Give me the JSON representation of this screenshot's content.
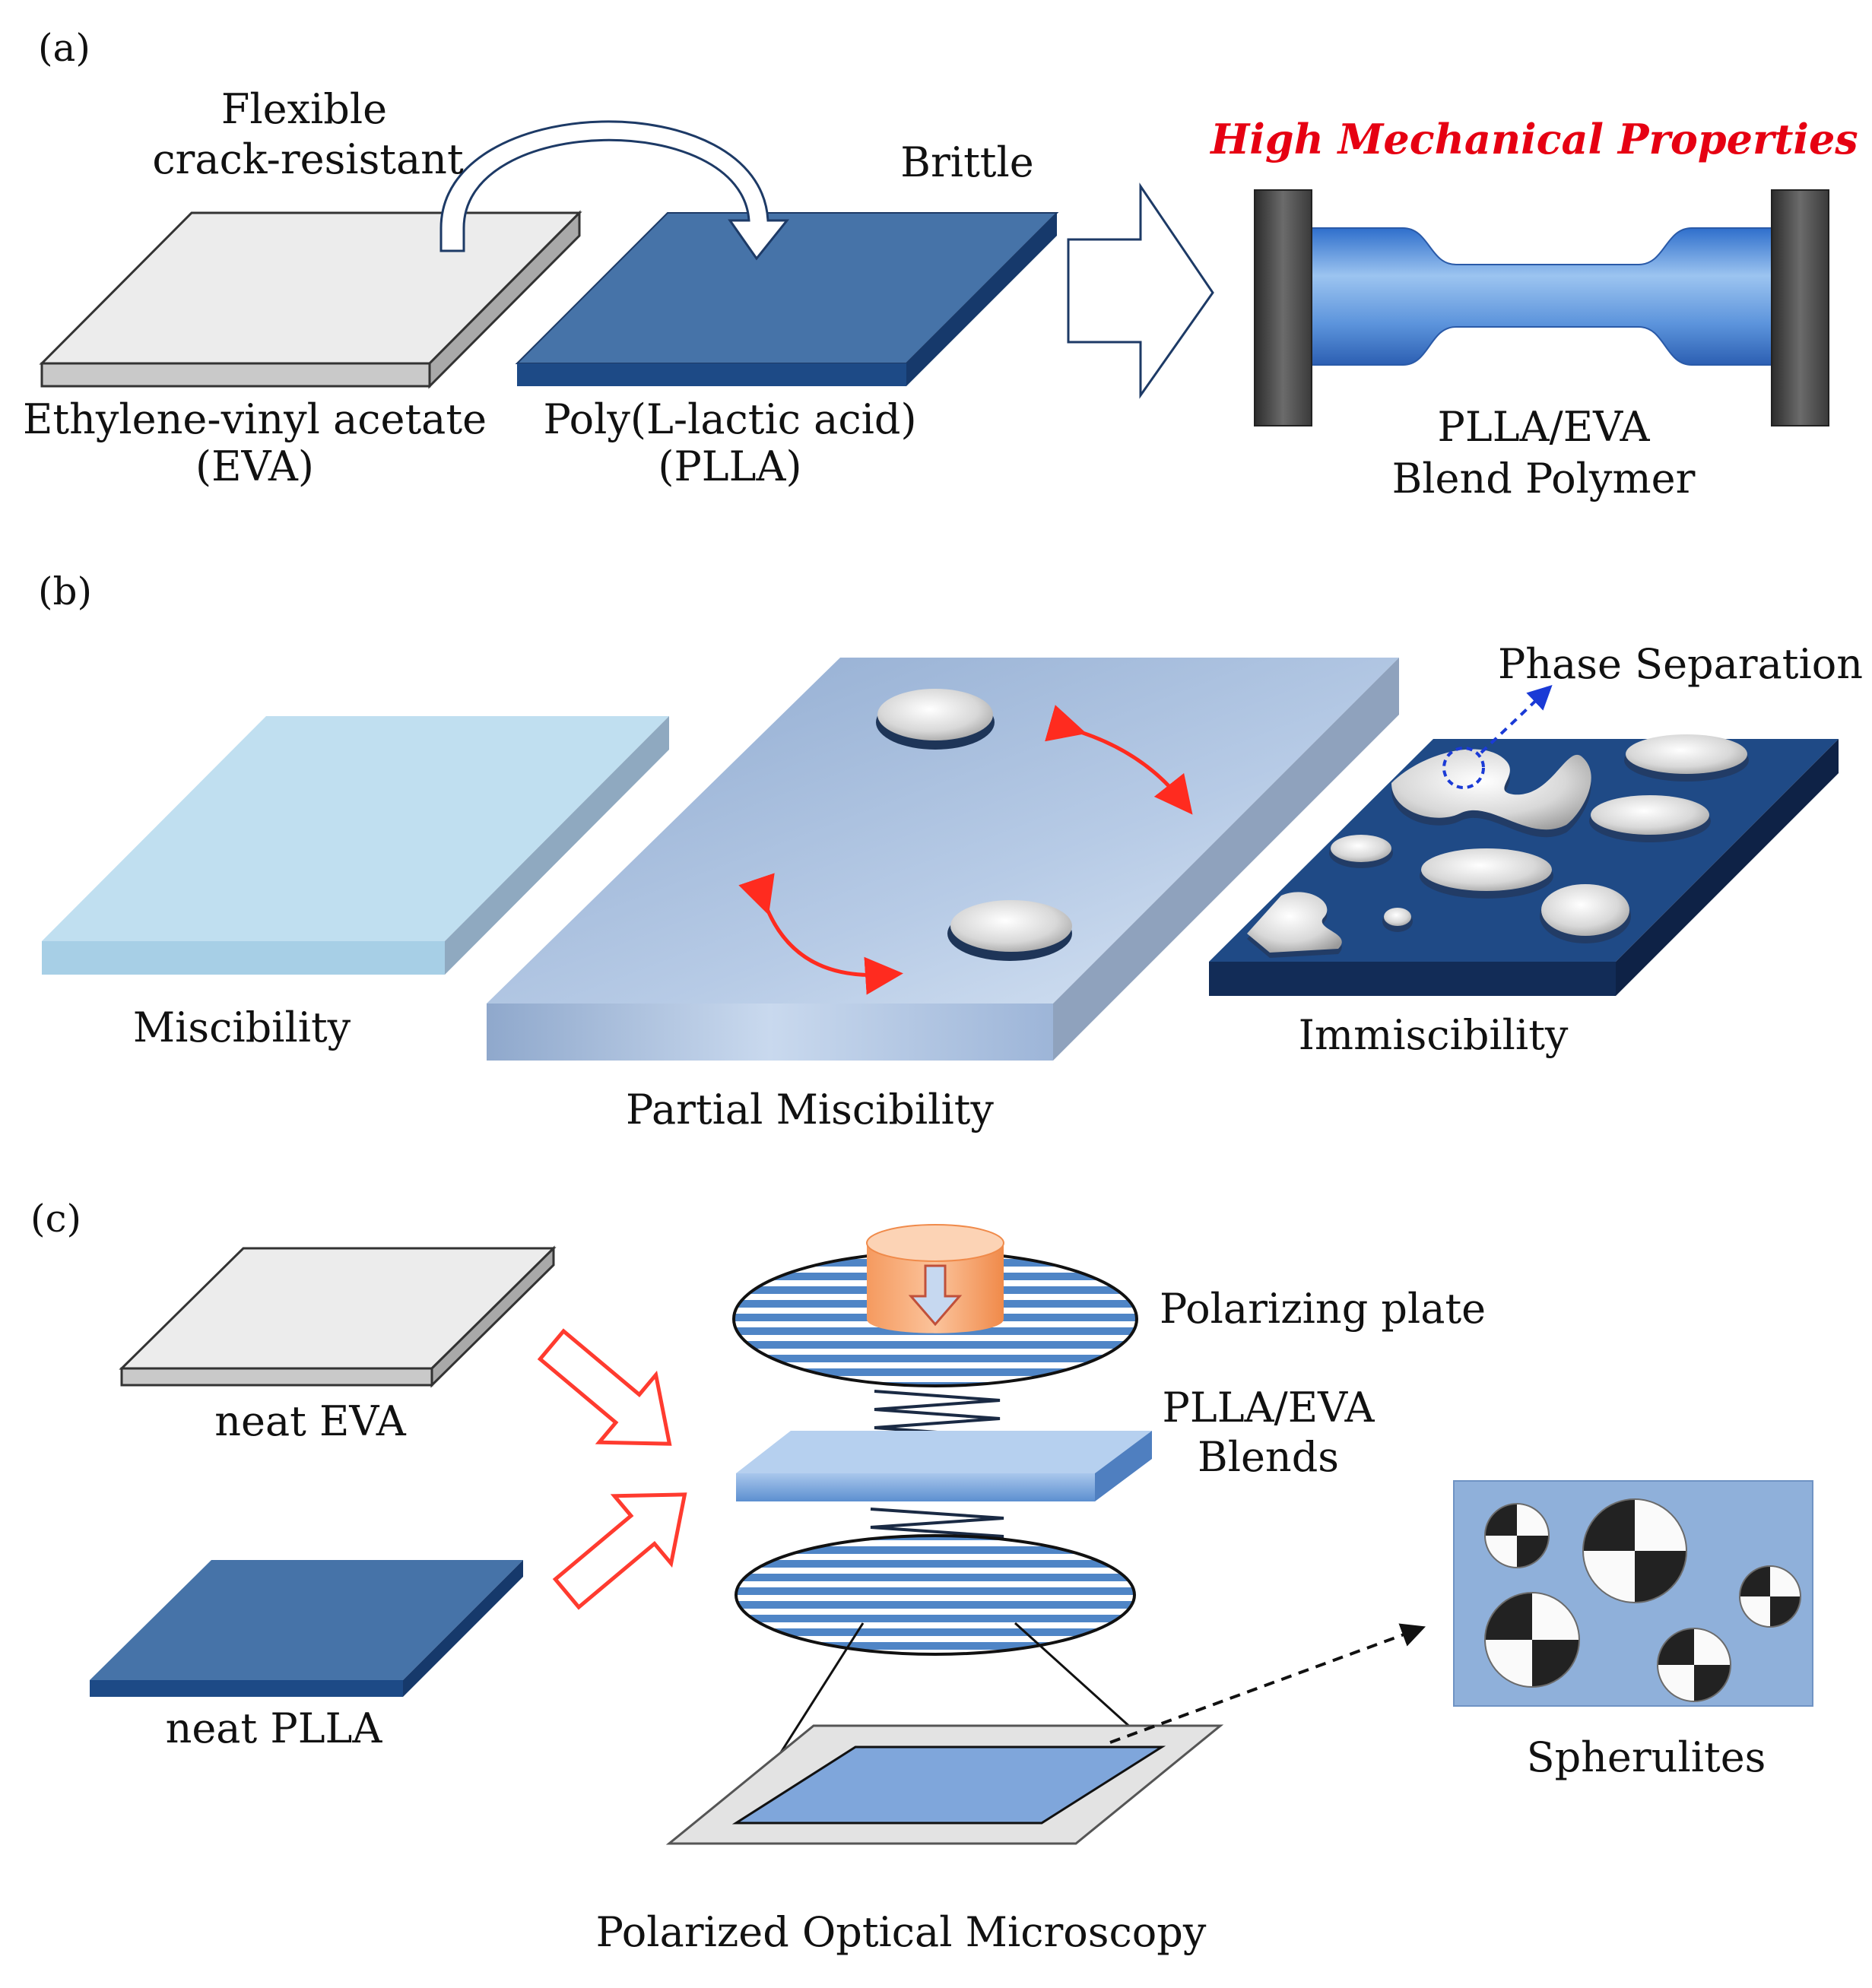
{
  "colors": {
    "eva_top": "#ececec",
    "eva_side": "#b9b9b9",
    "plla_top": "#4673a8",
    "plla_side": "#1d4a86",
    "highlight": "#e60012",
    "grip": "#5a5a5a",
    "miscible": "#c0dff0",
    "partial": "#a9bedb",
    "immiscible": "#173a6e",
    "red_arrow": "#ff3b2f",
    "blue_dash": "#1a3ad6",
    "lamp": "#f7a772",
    "spherulite_bg": "#8fb0da"
  },
  "panel_a": {
    "letter": "(a)",
    "eva_note_line1": "Flexible",
    "eva_note_line2": "crack-resistant",
    "plla_note": "Brittle",
    "eva_label_line1": "Ethylene-vinyl acetate",
    "eva_label_line2": "(EVA)",
    "plla_label_line1": "Poly(L-lactic acid)",
    "plla_label_line2": "(PLLA)",
    "result_headline": "High Mechanical Properties",
    "result_label_line1": "PLLA/EVA",
    "result_label_line2": "Blend Polymer"
  },
  "panel_b": {
    "letter": "(b)",
    "miscibility": "Miscibility",
    "partial": "Partial Miscibility",
    "immiscibility": "Immiscibility",
    "phase_separation": "Phase Separation"
  },
  "panel_c": {
    "letter": "(c)",
    "neat_eva": "neat EVA",
    "neat_plla": "neat PLLA",
    "polarizing_plate": "Polarizing plate",
    "blends_line1": "PLLA/EVA",
    "blends_line2": "Blends",
    "spherulites": "Spherulites",
    "pom": "Polarized Optical Microscopy"
  }
}
